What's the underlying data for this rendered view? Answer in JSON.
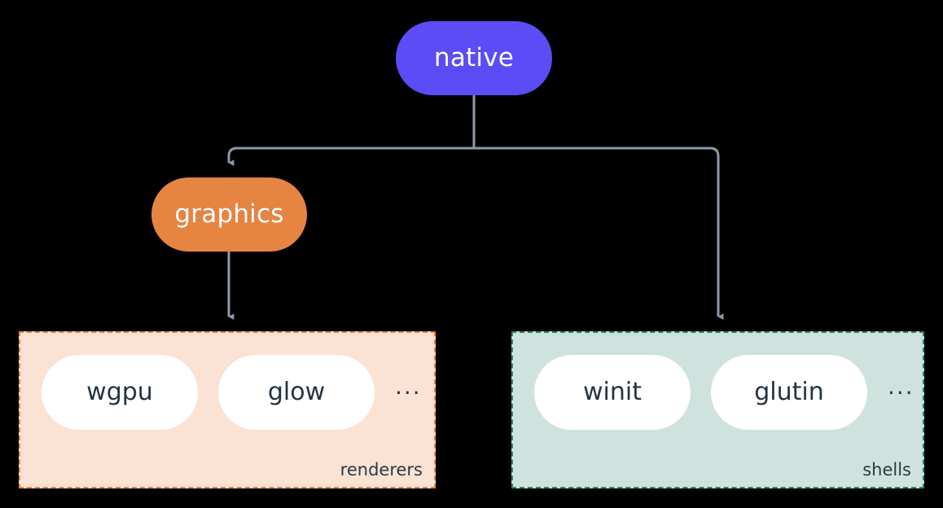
{
  "diagram": {
    "title": "native",
    "background_color": "#000000",
    "edge_color": "#8b9aaa",
    "nodes": [
      {
        "id": "native",
        "label": "native",
        "color": "#5b4cf5",
        "text_color": "#ffffff"
      },
      {
        "id": "graphics",
        "label": "graphics",
        "color": "#e68442",
        "text_color": "#ffffff"
      }
    ],
    "groups": [
      {
        "id": "renderers",
        "label": "renderers",
        "fill": "#fae2d5",
        "border": "#e8853c",
        "border_style": "dashed",
        "items": [
          "wgpu",
          "glow"
        ],
        "overflow": "..."
      },
      {
        "id": "shells",
        "label": "shells",
        "fill": "#cfe2dd",
        "border": "#2f8374",
        "border_style": "dashed",
        "items": [
          "winit",
          "glutin"
        ],
        "overflow": "..."
      }
    ],
    "edges": [
      {
        "from": "native",
        "to": "graphics",
        "arrow": true
      },
      {
        "from": "native",
        "to": "shells",
        "arrow": true
      },
      {
        "from": "graphics",
        "to": "renderers",
        "arrow": true
      }
    ]
  }
}
